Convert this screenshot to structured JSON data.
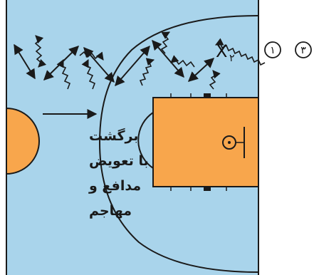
{
  "diagram": {
    "caption_lines": [
      "برگشت",
      "با تعویض",
      "مدافع و",
      "مهاجم"
    ],
    "defender_marker": {
      "letter": "X",
      "subscript": "۲"
    },
    "player_markers": [
      {
        "label": "۱"
      },
      {
        "label": "۳"
      }
    ]
  },
  "colors": {
    "court": "#a9d4eb",
    "key_paint": "#f8a64c",
    "lines": "#1a1a1a",
    "background": "#ffffff"
  }
}
